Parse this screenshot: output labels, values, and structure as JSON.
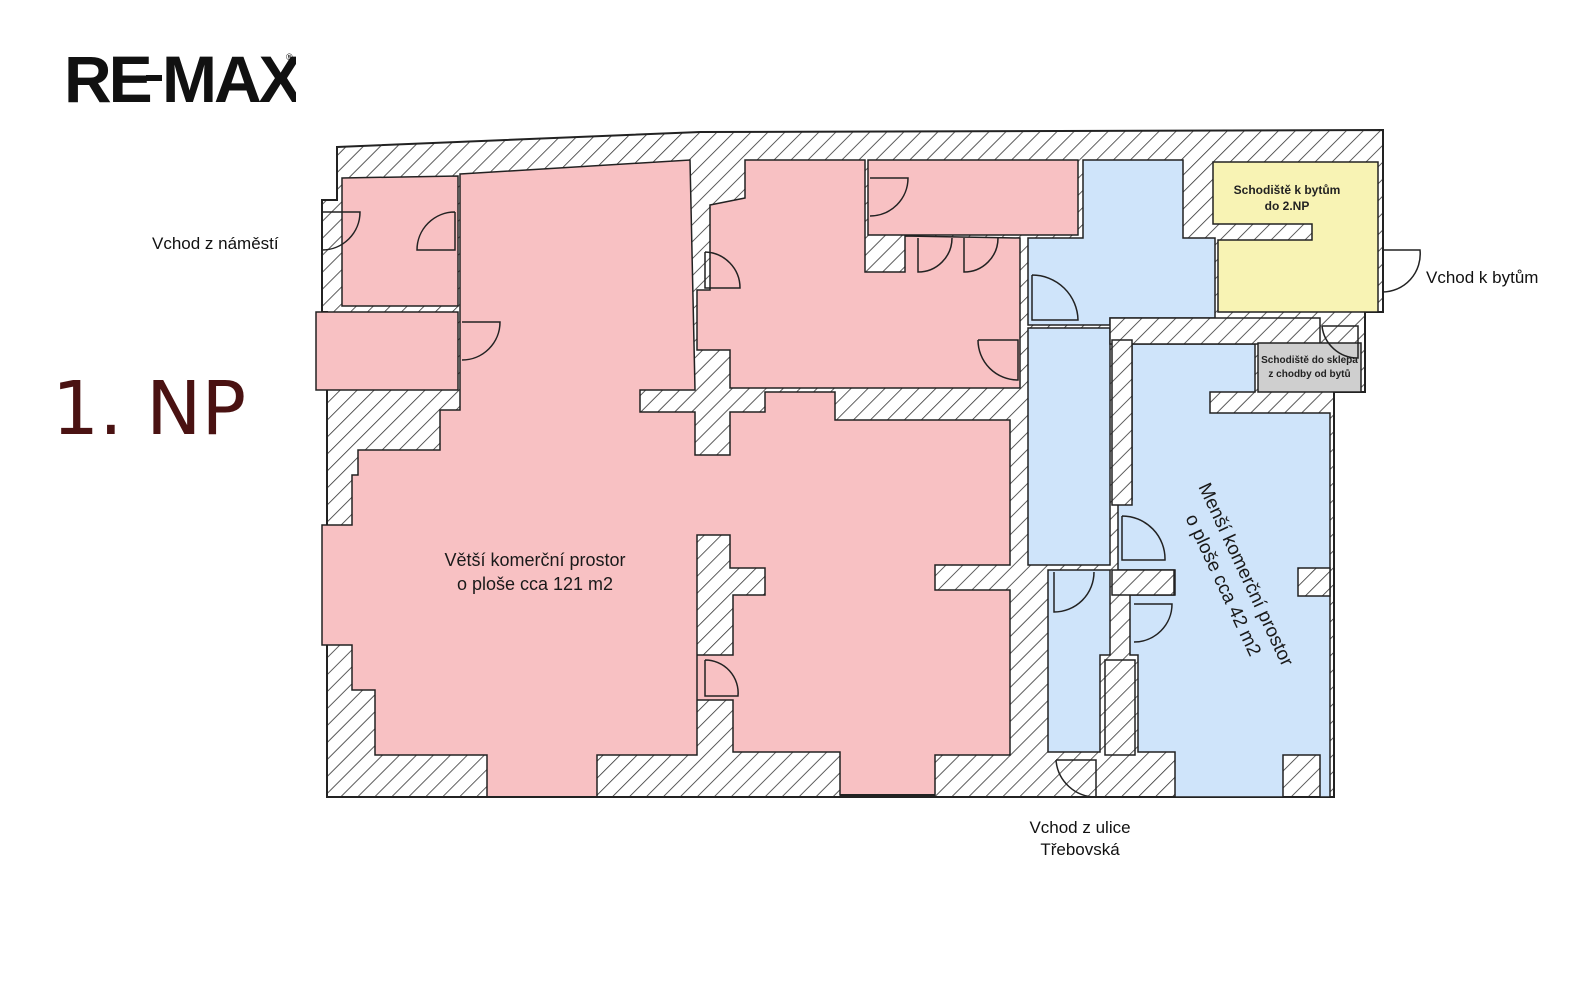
{
  "brand": {
    "logo_text": "RE/MAX"
  },
  "floor": {
    "label": "1. NP"
  },
  "entrances": {
    "square": "Vchod z náměstí",
    "flats": "Vchod k bytům",
    "street_line1": "Vchod z ulice",
    "street_line2": "Třebovská"
  },
  "rooms": {
    "large": {
      "line1": "Větší komerční prostor",
      "line2": "o ploše cca 121 m2"
    },
    "small": {
      "line1": "Menší komerční prostor",
      "line2": "o ploše cca 42 m2"
    },
    "stairs_flats": {
      "line1": "Schodiště k bytům",
      "line2": "do 2.NP"
    },
    "stairs_cellar": {
      "line1": "Schodiště do sklepa",
      "line2": "z chodby od bytů"
    }
  },
  "colors": {
    "large_space": "#f8c1c3",
    "small_space": "#cfe4fa",
    "stairs_flats": "#f8f3b4",
    "stairs_cellar": "#cfcfcf",
    "walls": "#ffffff",
    "floor_label": "#4a1212"
  }
}
